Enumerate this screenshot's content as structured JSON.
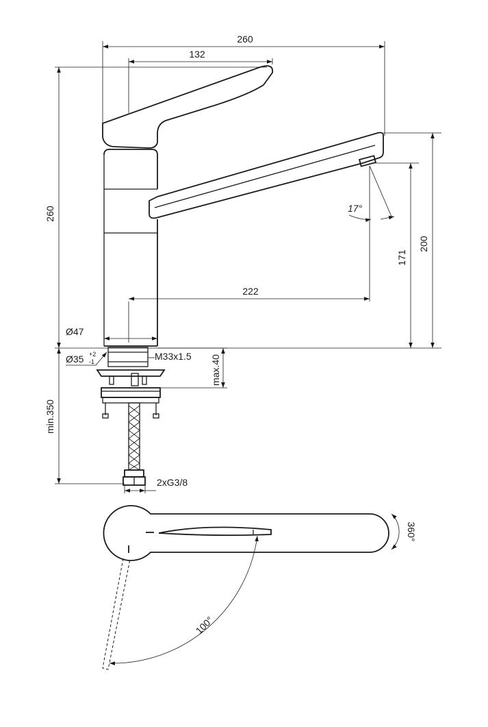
{
  "dimensions": {
    "overall_width": "260",
    "lever_length": "132",
    "overall_height": "260",
    "spout_height_200": "200",
    "outlet_height_171": "171",
    "spout_reach": "222",
    "spout_angle": "17°",
    "body_diameter": "Ø47",
    "hole_diameter": "Ø35",
    "hole_tol_upper": "+2",
    "hole_tol_lower": "-1",
    "thread": "M33x1.5",
    "max_counter": "max.40",
    "min_hose": "min.350",
    "connection": "2xG3/8",
    "rotation": "360°",
    "lever_swing": "100°"
  },
  "colors": {
    "line": "#1a1a1a",
    "background": "#ffffff"
  }
}
